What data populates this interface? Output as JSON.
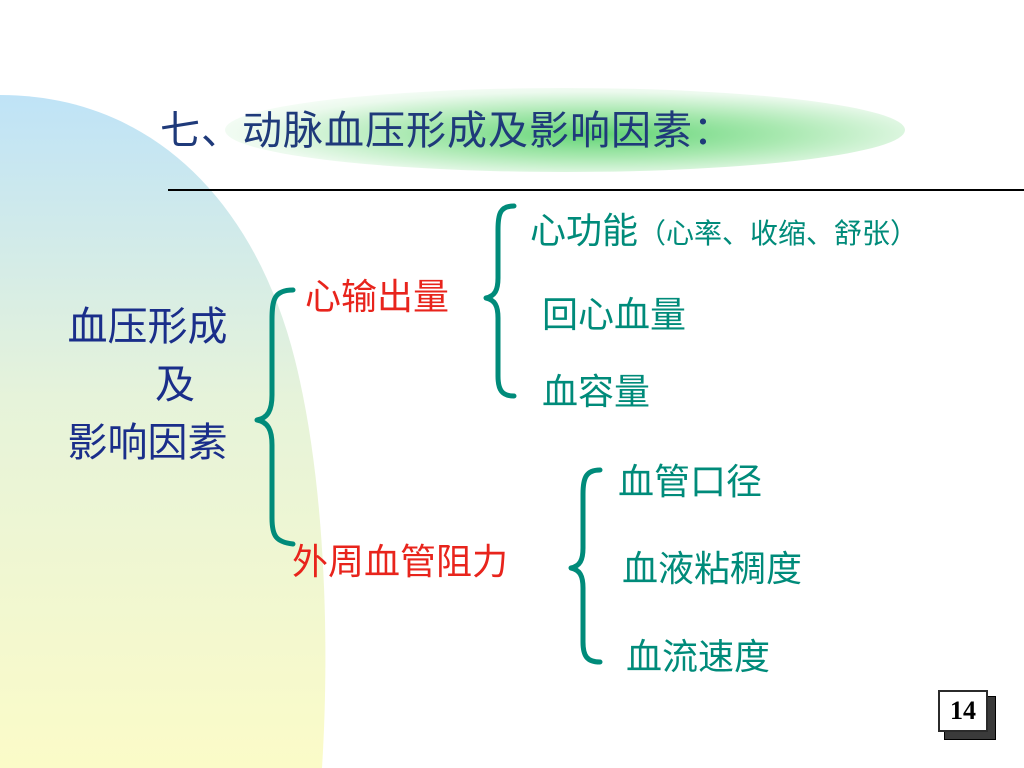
{
  "slide": {
    "title": "七、动脉血压形成及影响因素：",
    "page_number": "14"
  },
  "diagram": {
    "root": {
      "line1": "血压形成",
      "line2": "及",
      "line3": "影响因素"
    },
    "branches": [
      {
        "label": "心输出量",
        "children": [
          {
            "label": "心功能",
            "note": "（心率、收缩、舒张）"
          },
          {
            "label": "回心血量"
          },
          {
            "label": "血容量"
          }
        ]
      },
      {
        "label": "外周血管阻力",
        "children": [
          {
            "label": "血管口径"
          },
          {
            "label": "血液粘稠度"
          },
          {
            "label": "血流速度"
          }
        ]
      }
    ]
  },
  "colors": {
    "title": "#1f3a7a",
    "root": "#1a2e8a",
    "branch": "#e8241c",
    "leaf": "#008b7a",
    "brace": "#008b7a"
  }
}
